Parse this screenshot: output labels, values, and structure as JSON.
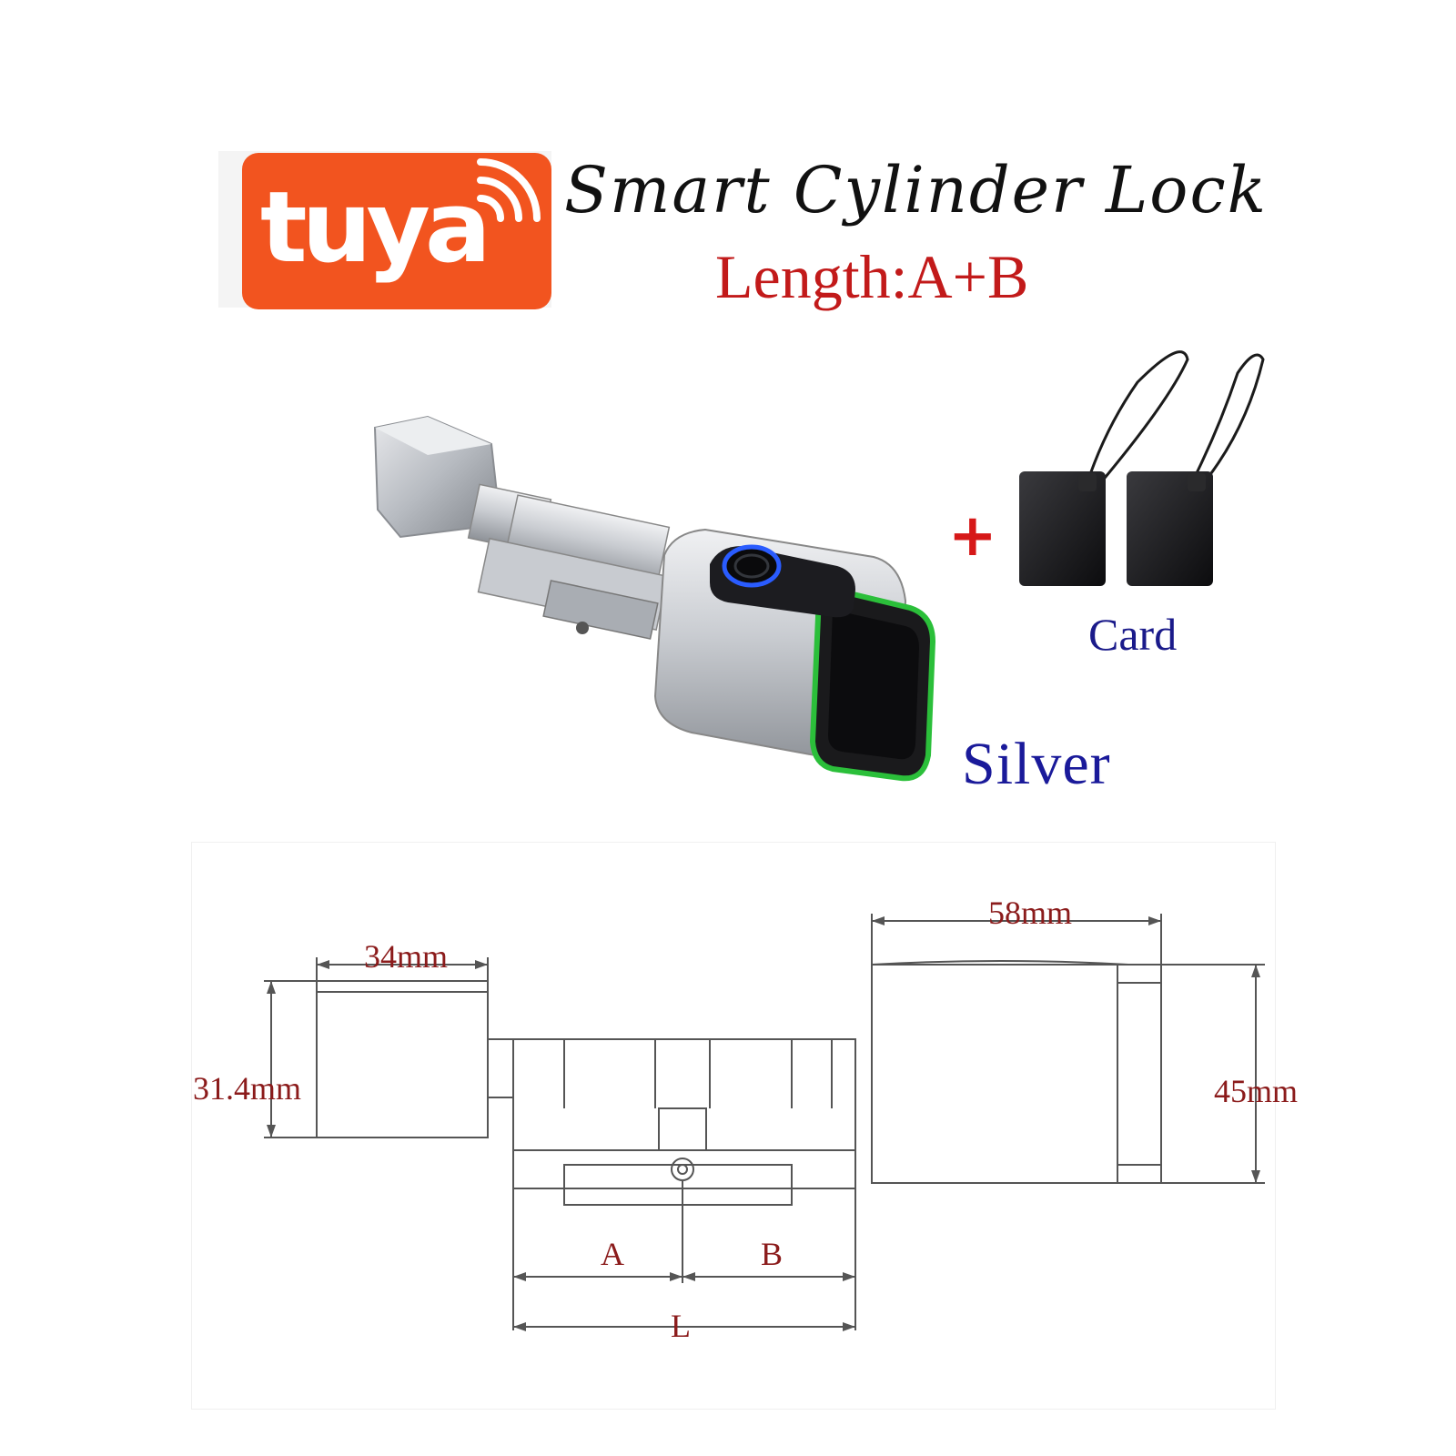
{
  "header": {
    "brand": "tuya",
    "title": "Smart Cylinder Lock",
    "subtitle": "Length:A+B"
  },
  "product": {
    "plus_sign": "+",
    "card_label": "Card",
    "color_label": "Silver"
  },
  "drawing": {
    "knob_length": "34mm",
    "knob_height": "31.4mm",
    "body_length": "58mm",
    "body_height": "45mm",
    "label_a": "A",
    "label_b": "B",
    "label_l": "L"
  },
  "colors": {
    "brand_orange": "#f2541f",
    "title_red": "#c21a1a",
    "label_blue": "#1a1a9a",
    "dimension_red": "#8b1b1b",
    "led_green": "#2bbf3a"
  }
}
